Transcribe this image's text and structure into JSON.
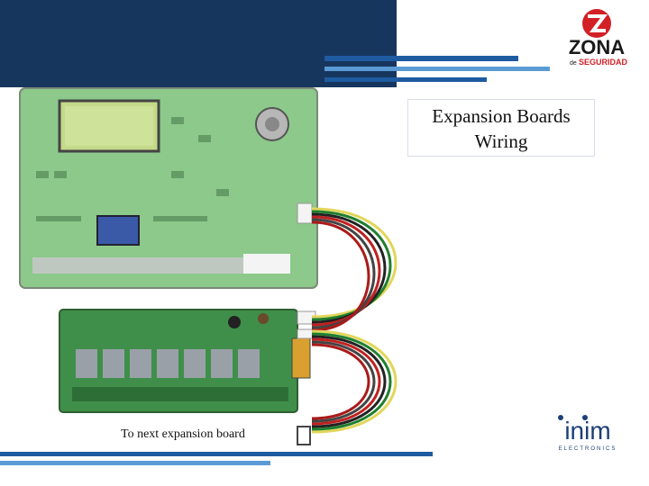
{
  "title": {
    "line1": "Expansion Boards",
    "line2": "Wiring"
  },
  "caption": "To next expansion board",
  "logos": {
    "zona_main": "ZONA",
    "zona_sub": "de",
    "zona_sub2": "SEGURIDAD",
    "inim_main": "inim",
    "inim_sub": "ELECTRONICS"
  },
  "colors": {
    "header": "#17365e",
    "stripe": "#1e5ba0",
    "board": "#8cc98a",
    "zona_red": "#d22027",
    "inim_blue": "#1c3f7a"
  },
  "icons": [
    "zona-logo-icon",
    "inim-logo-icon",
    "control-panel-board",
    "expansion-board",
    "wiring-cable"
  ]
}
